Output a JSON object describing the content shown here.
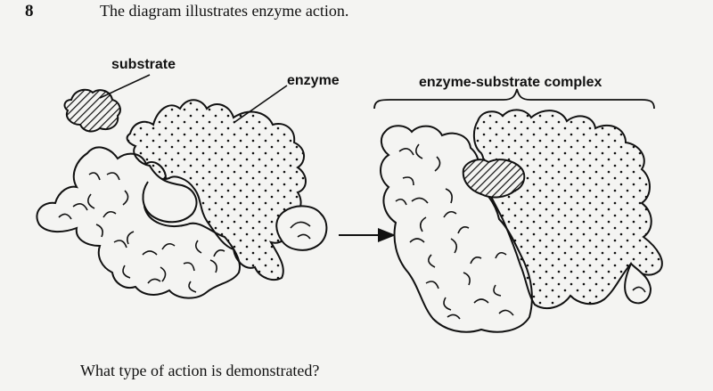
{
  "question": {
    "number": "8",
    "text": "The diagram illustrates enzyme action.",
    "prompt": "What type of action is demonstrated?"
  },
  "labels": {
    "substrate": "substrate",
    "enzyme": "enzyme",
    "complex": "enzyme-substrate complex"
  },
  "colors": {
    "ink": "#111111",
    "paper": "#f4f4f2"
  }
}
